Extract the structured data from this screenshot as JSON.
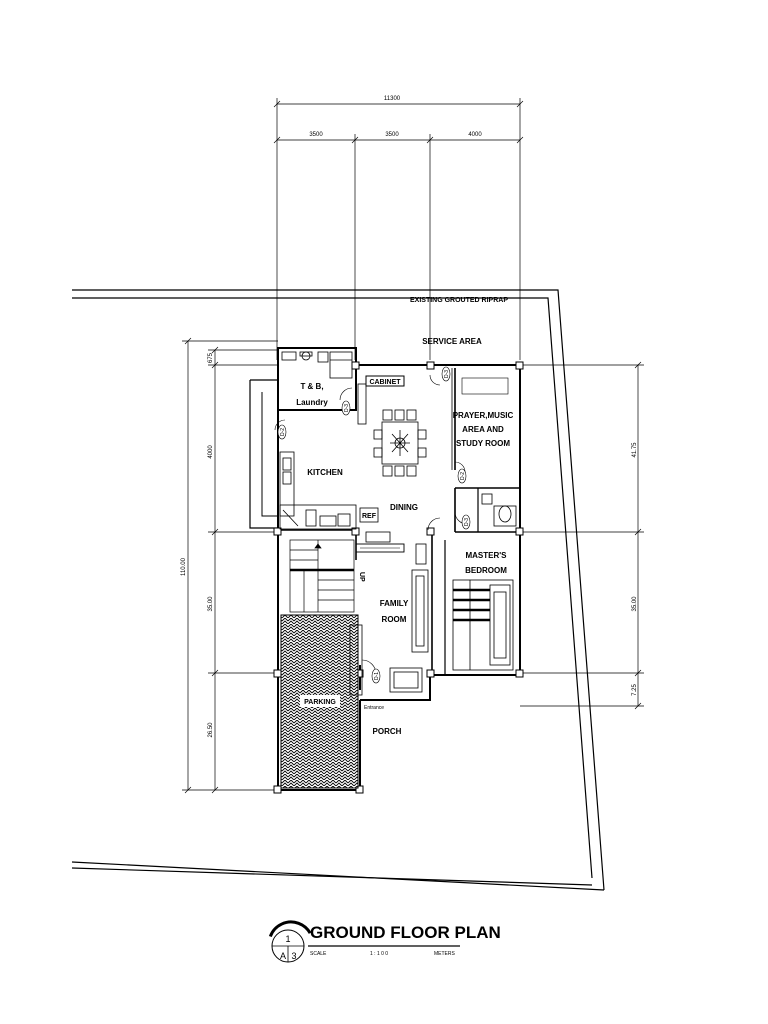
{
  "title": "GROUND FLOOR PLAN",
  "title_block": {
    "scale_label": "SCALE",
    "scale_value": "1 : 1 0 0",
    "units": "METERS",
    "detail_number": "1",
    "sheet_letter": "A",
    "sheet_number": "3"
  },
  "site": {
    "riprap_label": "EXISTING GROUTED RIPRAP"
  },
  "rooms": {
    "service_area": "SERVICE AREA",
    "tb_line1": "T & B,",
    "tb_line2": "Laundry",
    "cabinet": "CABINET",
    "prayer_line1": "PRAYER,MUSIC",
    "prayer_line2": "AREA AND",
    "prayer_line3": "STUDY ROOM",
    "kitchen": "KITCHEN",
    "dining": "DINING",
    "ref": "REF",
    "masters_line1": "MASTER'S",
    "masters_line2": "BEDROOM",
    "family_line1": "FAMILY",
    "family_line2": "ROOM",
    "up": "UP",
    "parking": "PARKING",
    "entrance": "Entrance",
    "porch": "PORCH"
  },
  "doors": {
    "d1": "D-1",
    "d2": "D-2",
    "d3": "D-3"
  },
  "dimensions": {
    "top_total": "11300",
    "top_1": "3500",
    "top_2": "3500",
    "top_3": "4000",
    "left_total": "110.00",
    "left_1": "675",
    "left_2": "4000",
    "left_3": "35.00",
    "left_4": "26.50",
    "right_1": "41.75",
    "right_2": "35.00",
    "right_3": "7.25"
  },
  "colors": {
    "line": "#000000",
    "background": "#ffffff",
    "parking_hatch": "#000000"
  }
}
